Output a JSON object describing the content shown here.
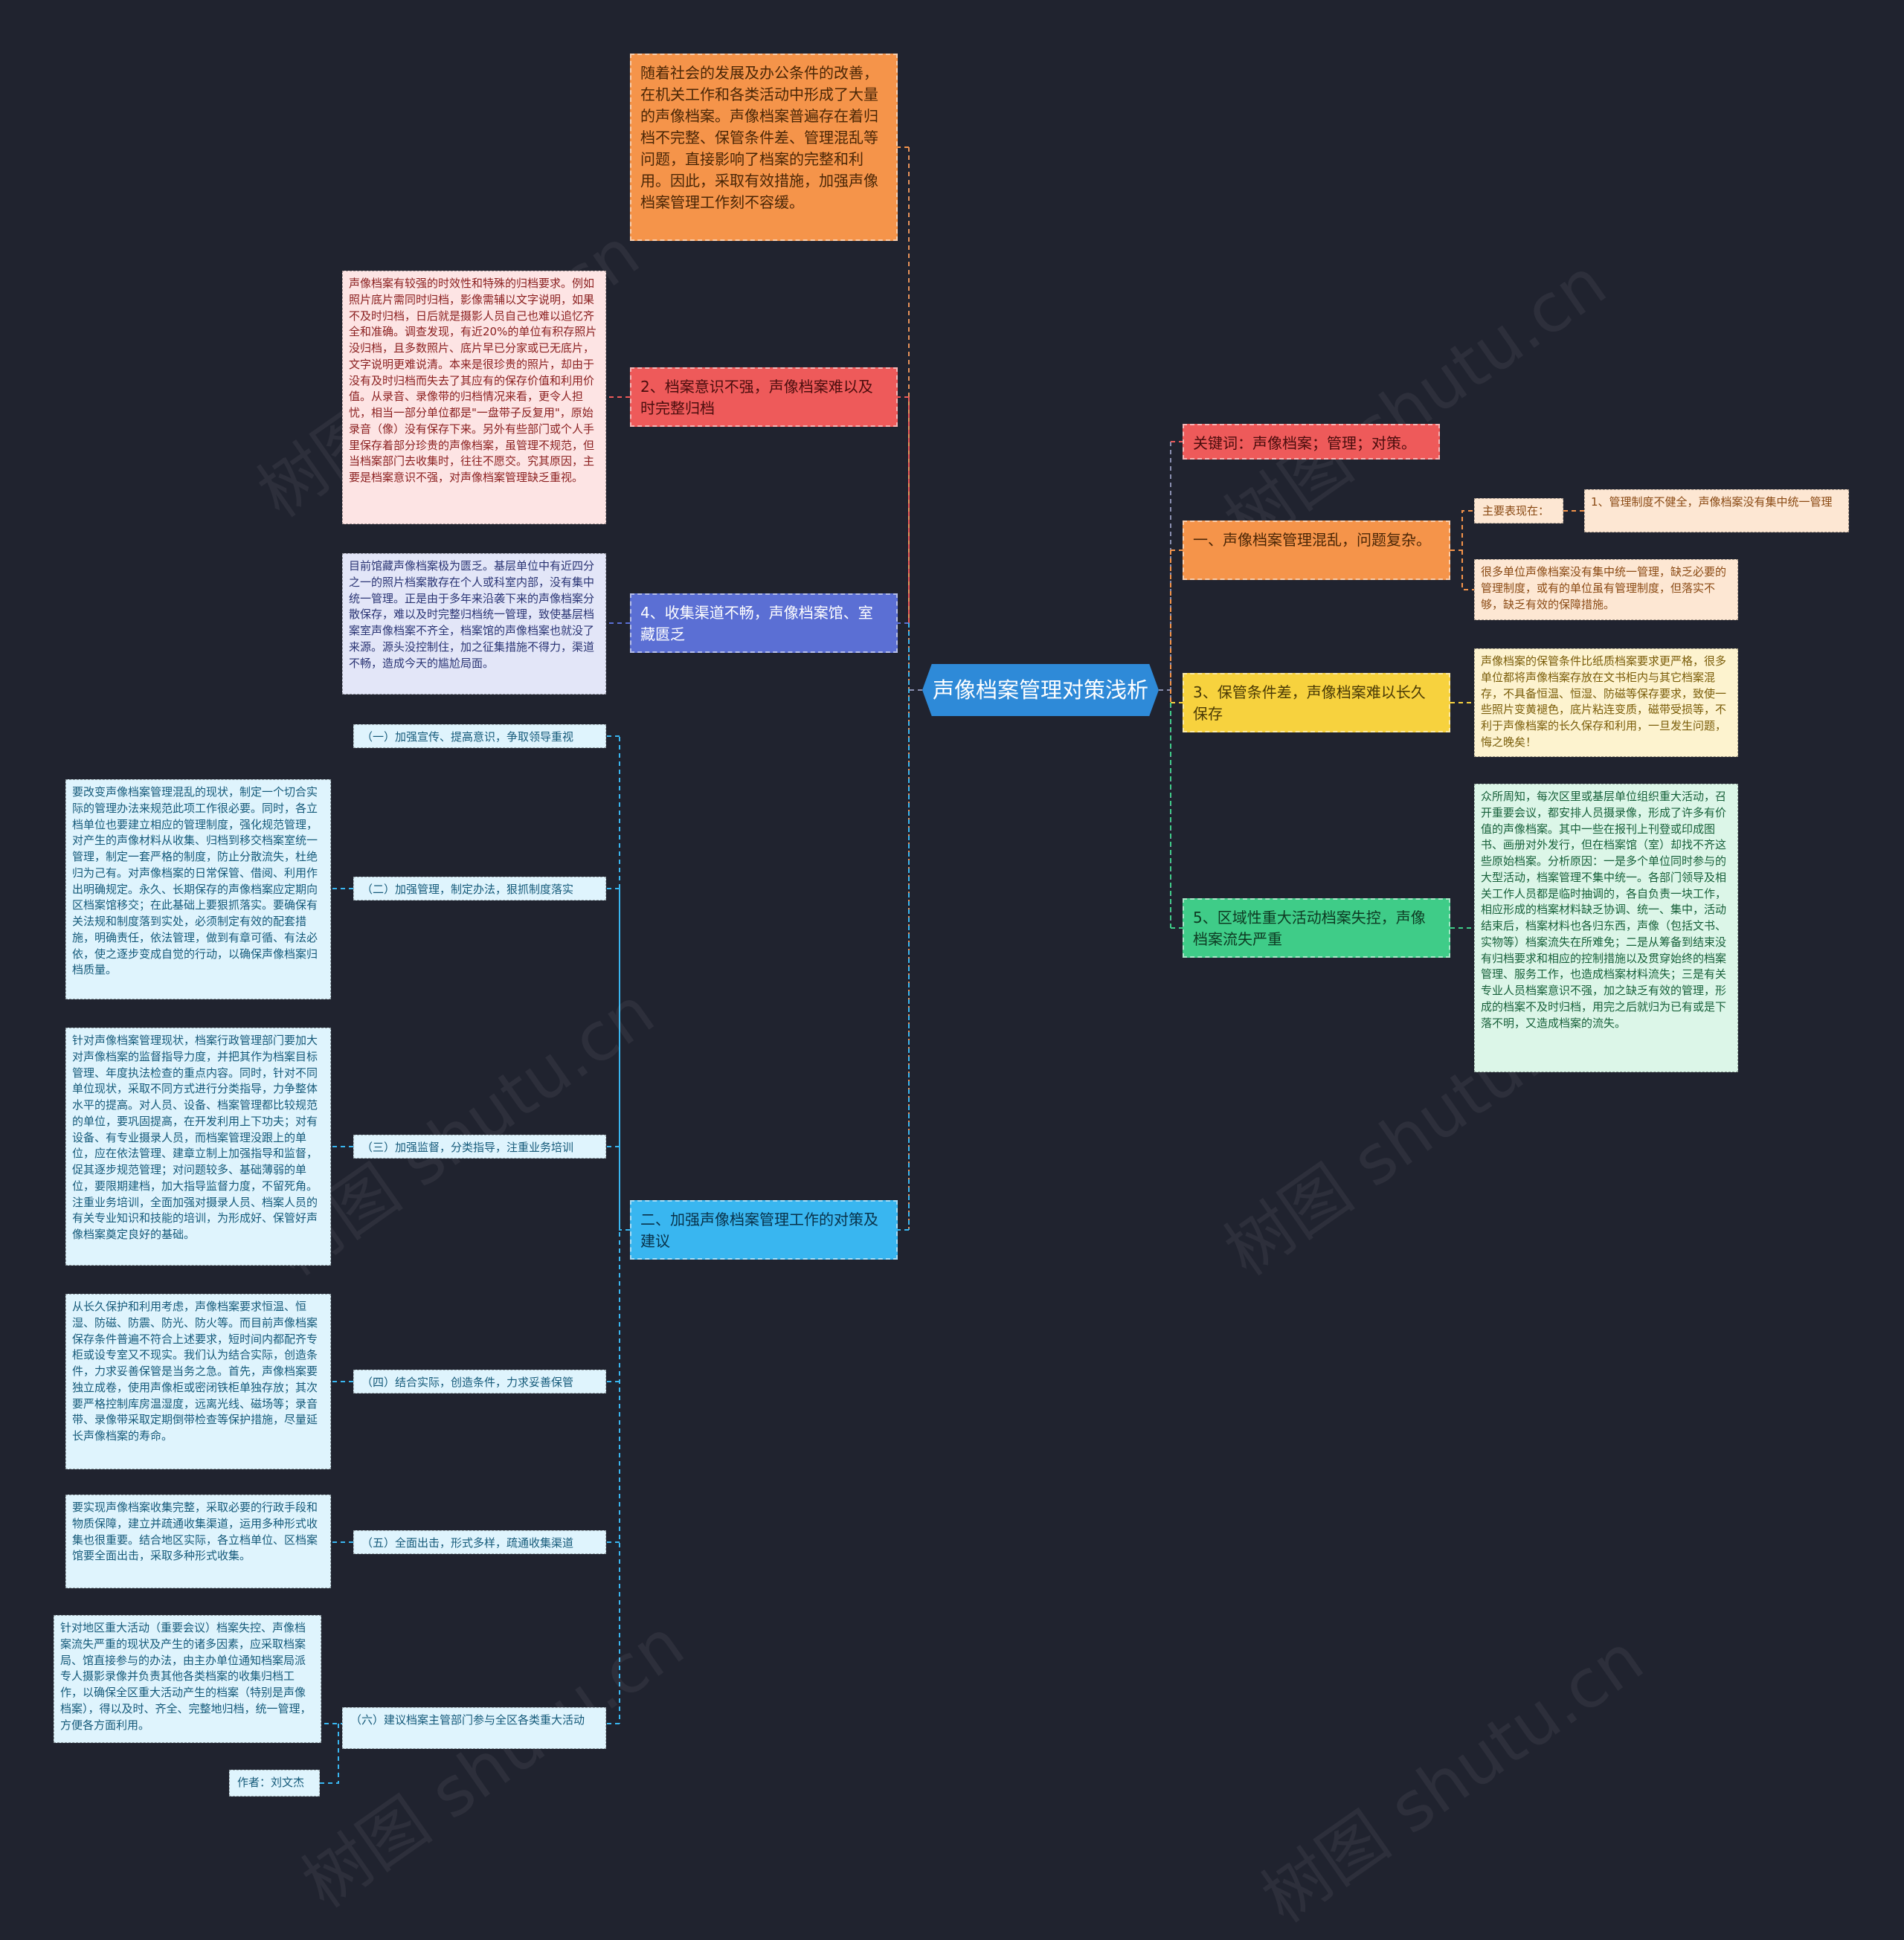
{
  "root": {
    "title": "声像档案管理对策浅析"
  },
  "left": {
    "intro": "随着社会的发展及办公条件的改善，在机关工作和各类活动中形成了大量的声像档案。声像档案普遍存在着归档不完整、保管条件差、管理混乱等问题，直接影响了档案的完整和利用。因此，采取有效措施，加强声像档案管理工作刻不容缓。",
    "b2": {
      "label": "2、档案意识不强，声像档案难以及时完整归档",
      "detail": "声像档案有较强的时效性和特殊的归档要求。例如照片底片需同时归档，影像需辅以文字说明，如果不及时归档，日后就是摄影人员自己也难以追忆齐全和准确。调查发现，有近20%的单位有积存照片没归档，且多数照片、底片早已分家或已无底片，文字说明更难说清。本来是很珍贵的照片，却由于没有及时归档而失去了其应有的保存价值和利用价值。从录音、录像带的归档情况来看，更令人担忧，相当一部分单位都是\"一盘带子反复用\"，原始录音（像）没有保存下来。另外有些部门或个人手里保存着部分珍贵的声像档案，虽管理不规范，但当档案部门去收集时，往往不愿交。究其原因，主要是档案意识不强，对声像档案管理缺乏重视。"
    },
    "b4": {
      "label": "4、收集渠道不畅，声像档案馆、室藏匮乏",
      "detail": "目前馆藏声像档案极为匮乏。基层单位中有近四分之一的照片档案散存在个人或科室内部，没有集中统一管理。正是由于多年来沿袭下来的声像档案分散保存，难以及时完整归档统一管理，致使基层档案室声像档案不齐全，档案馆的声像档案也就没了来源。源头没控制住，加之征集措施不得力，渠道不畅，造成今天的尴尬局面。"
    },
    "b_strategy": {
      "label": "二、加强声像档案管理工作的对策及建议",
      "items": [
        {
          "label": "（一）加强宣传、提高意识，争取领导重视",
          "detail": ""
        },
        {
          "label": "（二）加强管理，制定办法，狠抓制度落实",
          "detail": "要改变声像档案管理混乱的现状，制定一个切合实际的管理办法来规范此项工作很必要。同时，各立档单位也要建立相应的管理制度，强化规范管理，对产生的声像材料从收集、归档到移交档案室统一管理，制定一套严格的制度，防止分散流失，杜绝归为己有。对声像档案的日常保管、借阅、利用作出明确规定。永久、长期保存的声像档案应定期向区档案馆移交；在此基础上要狠抓落实。要确保有关法规和制度落到实处，必须制定有效的配套措施，明确责任，依法管理，做到有章可循、有法必依，使之逐步变成自觉的行动，以确保声像档案归档质量。"
        },
        {
          "label": "（三）加强监督，分类指导，注重业务培训",
          "detail": "针对声像档案管理现状，档案行政管理部门要加大对声像档案的监督指导力度，并把其作为档案目标管理、年度执法检查的重点内容。同时，针对不同单位现状，采取不同方式进行分类指导，力争整体水平的提高。对人员、设备、档案管理都比较规范的单位，要巩固提高，在开发利用上下功夫；对有设备、有专业摄录人员，而档案管理没跟上的单位，应在依法管理、建章立制上加强指导和监督，促其逐步规范管理；对问题较多、基础薄弱的单位，要限期建档，加大指导监督力度，不留死角。注重业务培训，全面加强对摄录人员、档案人员的有关专业知识和技能的培训，为形成好、保管好声像档案奠定良好的基础。"
        },
        {
          "label": "（四）结合实际，创造条件，力求妥善保管",
          "detail": "从长久保护和利用考虑，声像档案要求恒温、恒湿、防磁、防震、防光、防火等。而目前声像档案保存条件普遍不符合上述要求，短时间内都配齐专柜或设专室又不现实。我们认为结合实际，创造条件，力求妥善保管是当务之急。首先，声像档案要独立成卷，使用声像柜或密闭铁柜单独存放；其次要严格控制库房温湿度，远离光线、磁场等；录音带、录像带采取定期倒带检查等保护措施，尽量延长声像档案的寿命。"
        },
        {
          "label": "（五）全面出击，形式多样，疏通收集渠道",
          "detail": "要实现声像档案收集完整，采取必要的行政手段和物质保障，建立并疏通收集渠道，运用多种形式收集也很重要。结合地区实际，各立档单位、区档案馆要全面出击，采取多种形式收集。"
        },
        {
          "label": "（六）建议档案主管部门参与全区各类重大活动",
          "detail": "针对地区重大活动（重要会议）档案失控、声像档案流失严重的现状及产生的诸多因素，应采取档案局、馆直接参与的办法，由主办单位通知档案局派专人摄影录像并负责其他各类档案的收集归档工作，以确保全区重大活动产生的档案（特别是声像档案），得以及时、齐全、完整地归档，统一管理，方便各方面利用。"
        }
      ],
      "author": "作者：刘文杰"
    }
  },
  "right": {
    "keywords": "关键词：声像档案；管理；对策。",
    "b1": {
      "label": "一、声像档案管理混乱，问题复杂。",
      "sub_label": "主要表现在：",
      "sub_item": "1、管理制度不健全，声像档案没有集中统一管理",
      "detail": "很多单位声像档案没有集中统一管理，缺乏必要的管理制度，或有的单位虽有管理制度，但落实不够，缺乏有效的保障措施。"
    },
    "b3": {
      "label": "3、保管条件差，声像档案难以长久保存",
      "detail": "声像档案的保管条件比纸质档案要求更严格，很多单位都将声像档案存放在文书柜内与其它档案混存，不具备恒温、恒湿、防磁等保存要求，致使一些照片变黄褪色，底片粘连变质，磁带受损等，不利于声像档案的长久保存和利用，一旦发生问题，悔之晚矣！"
    },
    "b5": {
      "label": "5、区域性重大活动档案失控，声像档案流失严重",
      "detail": "众所周知，每次区里或基层单位组织重大活动，召开重要会议，都安排人员摄录像，形成了许多有价值的声像档案。其中一些在报刊上刊登或印成图书、画册对外发行，但在档案馆（室）却找不齐这些原始档案。分析原因：一是多个单位同时参与的大型活动，档案管理不集中统一。各部门领导及相关工作人员都是临时抽调的，各自负责一块工作，相应形成的档案材料缺乏协调、统一、集中，活动结束后，档案材料也各归东西，声像（包括文书、实物等）档案流失在所难免；二是从筹备到结束没有归档要求和相应的控制措施以及贯穿始终的档案管理、服务工作，也造成档案材料流失；三是有关专业人员档案意识不强，加之缺乏有效的管理，形成的档案不及时归档，用完之后就归为已有或是下落不明，又造成档案的流失。"
    }
  },
  "watermark": "树图 shutu.cn",
  "colors": {
    "background": "#20232f",
    "root": "#2e8ad8",
    "orange": "#f5944a",
    "red": "#ee5a5a",
    "blue": "#5b6fd4",
    "sky": "#39b6f0",
    "yellow": "#f7d23e",
    "green": "#3fcc88"
  }
}
